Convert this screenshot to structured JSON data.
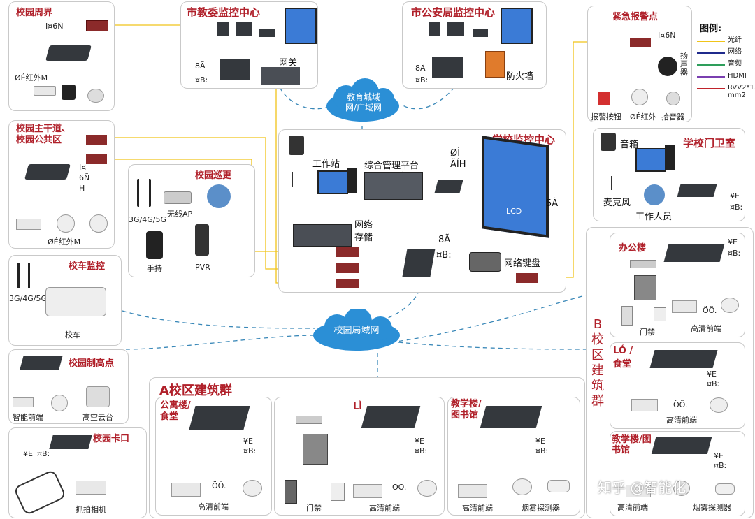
{
  "panels": {
    "perimeter": {
      "title": "校园周界",
      "code1": "I¤6Ñ",
      "code2": "ØÉ红外M"
    },
    "trunk": {
      "title": "校园主干道、校园公共区",
      "code1": "I¤",
      "code2": "6Ñ",
      "code3": "H",
      "code4": "ØÉ红外M"
    },
    "patrol": {
      "title": "校园巡更",
      "net": "3G/4G/5G",
      "ap": "无线AP",
      "handheld": "手持",
      "pvr": "PVR"
    },
    "bus": {
      "title": "校车监控",
      "net": "3G/4G/5G",
      "label": "校车"
    },
    "highpoint": {
      "title": "校园制高点",
      "smart": "智能前端",
      "ptz": "高空云台"
    },
    "gate": {
      "title": "校园卡口",
      "code": "¥E",
      "code2": "¤B:",
      "camera": "抓拍相机"
    },
    "edu": {
      "title": "市教委监控中心",
      "code1": "8Ã",
      "code2": "¤B:",
      "gateway": "网关"
    },
    "police": {
      "title": "市公安局监控中心",
      "code1": "8Ã",
      "code2": "¤B:",
      "firewall": "防火墙"
    },
    "alarm": {
      "title": "紧急报警点",
      "code": "I¤6Ñ",
      "speaker": "扬声器",
      "button": "报警按钮",
      "ir": "ØÉ红外",
      "mic": "拾音器"
    },
    "center": {
      "title": "学校监控中心",
      "workstation": "工作站",
      "platform": "综合管理平台",
      "platform2": "平台",
      "code1": "ØÌ",
      "code2": "ÃÍH",
      "storage": "网络存储",
      "storage2": "",
      "code3": "8Ã",
      "code4": "¤B:",
      "keyboard": "网络键盘",
      "screen": "5Ã",
      "lcd": "LCD"
    },
    "guard": {
      "title": "学校门卫室",
      "speaker": "音箱",
      "mic": "麦克风",
      "staff": "工作人员",
      "code": "¥E",
      "code2": "¤B:"
    },
    "bcampus": {
      "title": "B校区建筑群",
      "office": {
        "title": "办公楼",
        "code": "¥E",
        "code2": "¤B:",
        "door": "门禁",
        "cams": "高清前端",
        "mark": "ÖÖ."
      },
      "dorm": {
        "title": "LÓ /食堂",
        "code": "¥E",
        "code2": "¤B:",
        "cams": "高清前端",
        "mark": "ÖÖ."
      },
      "teach": {
        "title": "教学楼/图书馆",
        "code": "¥E",
        "code2": "¤B:",
        "cams": "高清前端",
        "smoke": "烟雾探测器"
      }
    },
    "acampus": {
      "title": "A校区建筑群",
      "dorm": {
        "title": "公寓楼/食堂",
        "code": "¥E",
        "code2": "¤B:",
        "cams": "高清前端",
        "mark": "ÖÖ."
      },
      "mid": {
        "title": "LÌ",
        "code": "¥E",
        "code2": "¤B:",
        "door": "门禁",
        "cams": "高清前端",
        "mark": "ÖÖ."
      },
      "teach": {
        "title": "教学楼/图书馆",
        "code": "¥E",
        "code2": "¤B:",
        "cams": "高清前端",
        "smoke": "烟雾探测器"
      }
    }
  },
  "clouds": {
    "wan": {
      "line1": "教育城域",
      "line2": "网/广域网"
    },
    "lan": {
      "line1": "校园局域网"
    }
  },
  "legend": {
    "title": "图例:",
    "items": [
      {
        "label": "光纤",
        "color": "#f0c419"
      },
      {
        "label": "网络",
        "color": "#1f2a8c"
      },
      {
        "label": "音频",
        "color": "#2e9e5b"
      },
      {
        "label": "HDMI",
        "color": "#7a3fb0"
      },
      {
        "label": "RVV2*1.0 mm2",
        "color": "#c0232b"
      }
    ]
  },
  "watermark": "知乎 @智能化"
}
